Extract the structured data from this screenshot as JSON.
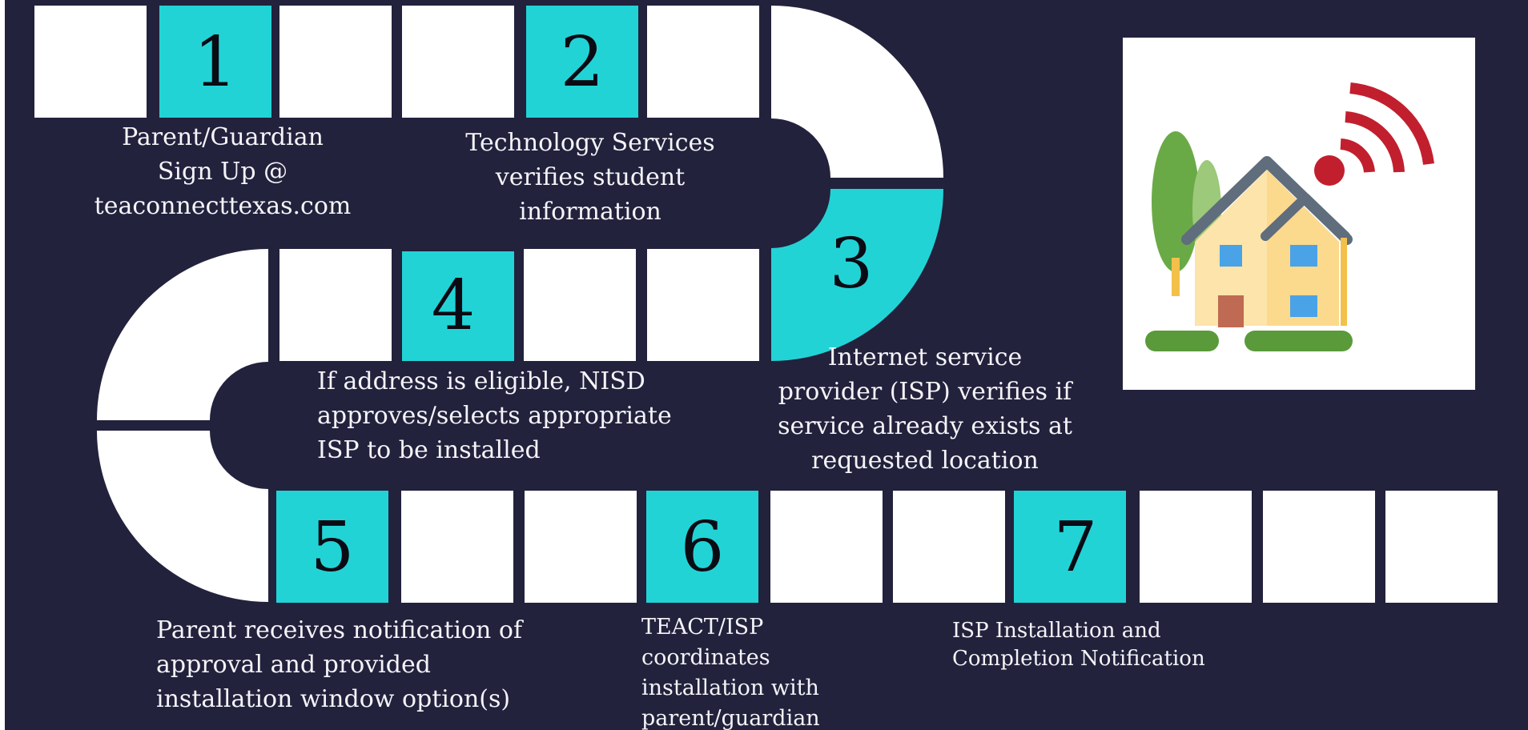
{
  "steps": [
    {
      "number": "1",
      "caption": [
        "Parent/Guardian",
        "Sign Up @",
        "teaconnecttexas.com"
      ]
    },
    {
      "number": "2",
      "caption": [
        "Technology Services",
        "verifies student",
        "information"
      ]
    },
    {
      "number": "3",
      "caption": [
        "Internet service",
        "provider (ISP) verifies if",
        "service already exists at",
        "requested location"
      ]
    },
    {
      "number": "4",
      "caption": [
        "If address is eligible, NISD",
        "approves/selects appropriate",
        "ISP to be installed"
      ]
    },
    {
      "number": "5",
      "caption": [
        "Parent receives notification of",
        "approval and provided",
        "installation window option(s)"
      ]
    },
    {
      "number": "6",
      "caption": [
        "TEACT/ISP",
        "coordinates",
        "installation with",
        "parent/guardian"
      ]
    },
    {
      "number": "7",
      "caption": [
        "ISP Installation and",
        "Completion Notification"
      ]
    }
  ],
  "colors": {
    "background": "#22223d",
    "tile": "#ffffff",
    "highlight": "#22d3d6",
    "number": "#0b0b14",
    "text": "#f4f4f8"
  },
  "illustration": {
    "icon": "house-wifi-icon"
  }
}
